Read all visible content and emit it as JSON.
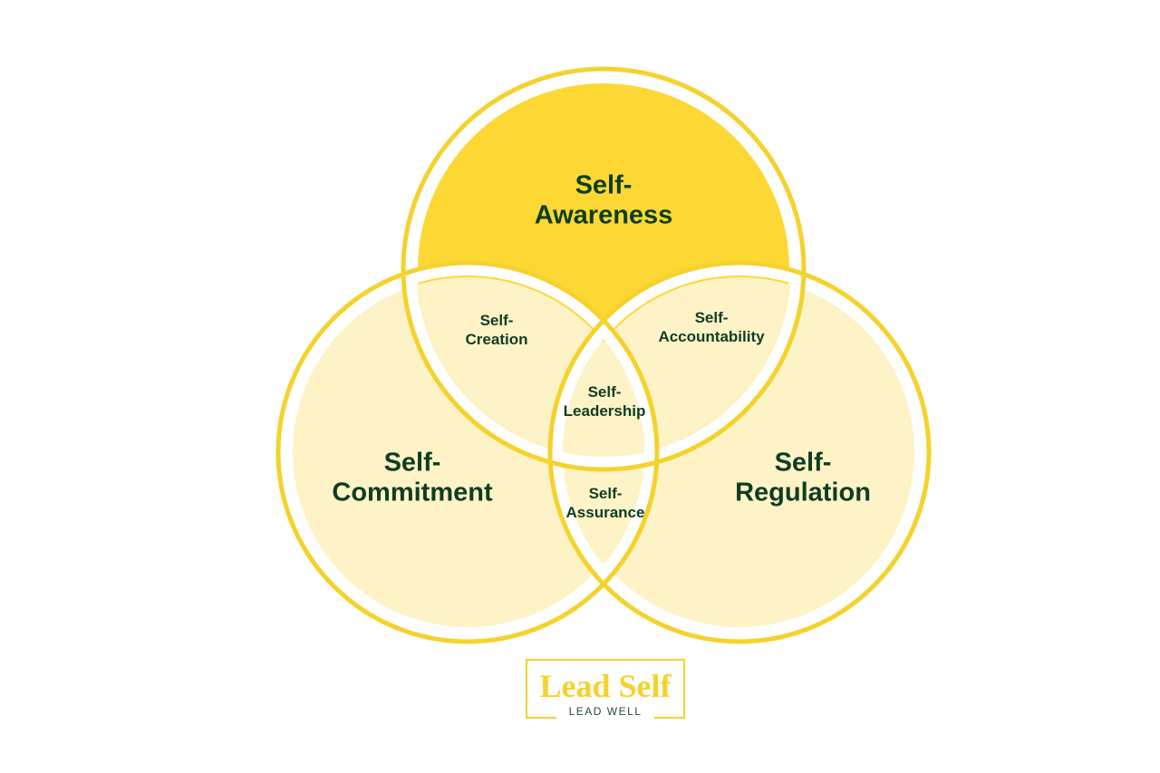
{
  "colors": {
    "ring": "#f5d22c",
    "top_fill": "#fdd835",
    "light_fill": "#fdf3c7",
    "gap": "#ffffff",
    "text": "#0f3d22"
  },
  "circles": {
    "awareness": "Self-\nAwareness",
    "commitment": "Self-\nCommitment",
    "regulation": "Self-\nRegulation"
  },
  "overlaps": {
    "creation": "Self-\nCreation",
    "accountability": "Self-\nAccountability",
    "leadership": "Self-\nLeadership",
    "assurance": "Self-\nAssurance"
  },
  "logo": {
    "title": "Lead Self",
    "tagline": "LEAD WELL"
  }
}
